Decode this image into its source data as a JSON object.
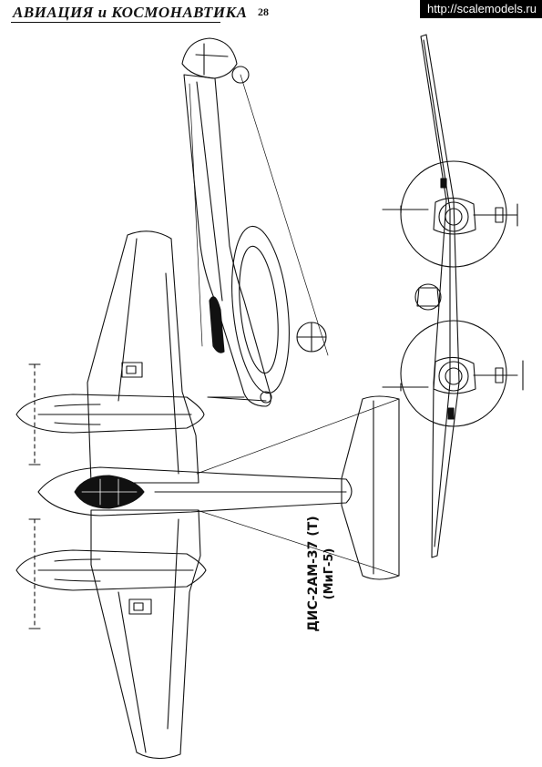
{
  "header": {
    "magazine_title": "АВИАЦИЯ и КОСМОНАВТИКА",
    "page_number": "28"
  },
  "watermark": {
    "text": "http://scalemodels.ru"
  },
  "caption": {
    "designation": "ДИС-2АМ-37  (Т)",
    "subtitle": "(МиГ-5)"
  },
  "drawing": {
    "views": [
      "top-plan-view",
      "side-view",
      "front-view"
    ],
    "line_color": "#111111",
    "canopy_fill": "#111111"
  }
}
